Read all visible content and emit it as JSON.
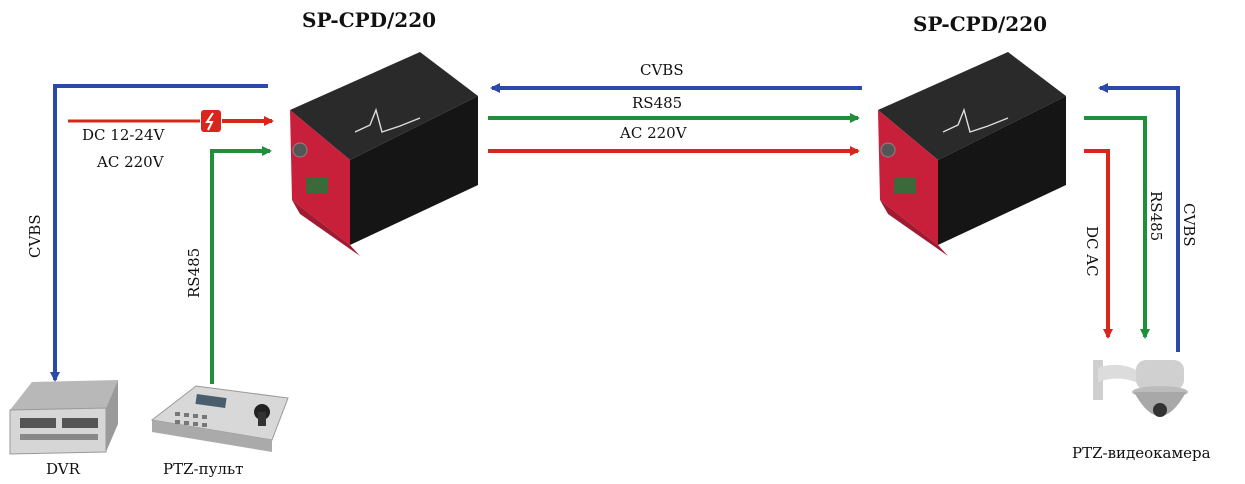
{
  "titles": {
    "left_device": "SP-CPD/220",
    "right_device": "SP-CPD/220"
  },
  "links": {
    "cvbs": "CVBS",
    "rs485": "RS485",
    "ac220": "AC 220V"
  },
  "left_side": {
    "power_line1": "DC 12-24V",
    "power_line2": "AC 220V",
    "cvbs": "CVBS",
    "rs485": "RS485"
  },
  "right_side": {
    "dc_ac": "DC AC",
    "rs485": "RS485",
    "cvbs": "CVBS"
  },
  "devices": {
    "dvr": "DVR",
    "ptz_controller": "PTZ-пульт",
    "ptz_camera": "PTZ-видеокамера"
  },
  "colors": {
    "blue": "#2b4aa8",
    "green": "#1f8f3a",
    "red": "#d9261c",
    "device_body": "#1b1b1b",
    "device_accent": "#c8203a"
  }
}
